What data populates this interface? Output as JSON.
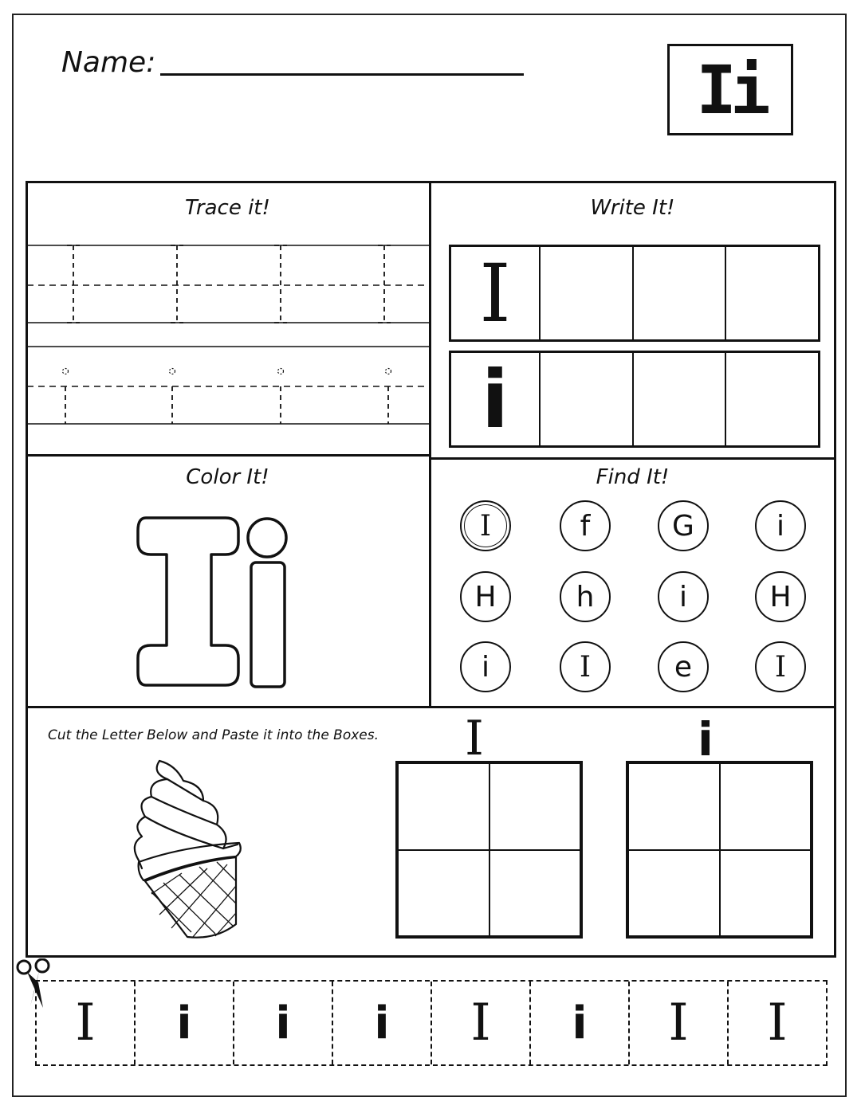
{
  "header": {
    "name_label": "Name:",
    "letter_pair": "Ii"
  },
  "sections": {
    "trace_title": "Trace it!",
    "write_title": "Write It!",
    "color_title": "Color It!",
    "find_title": "Find It!",
    "cut_instruction": "Cut the Letter Below and Paste it into the Boxes."
  },
  "write": {
    "upper": "I",
    "lower": "i"
  },
  "find": {
    "rows": [
      [
        "I",
        "f",
        "G",
        "i"
      ],
      [
        "H",
        "h",
        "i",
        "H"
      ],
      [
        "i",
        "I",
        "e",
        "I"
      ]
    ],
    "circled": [
      [
        true,
        false,
        false,
        false
      ],
      [
        false,
        false,
        false,
        false
      ],
      [
        false,
        false,
        false,
        false
      ]
    ]
  },
  "paste": {
    "upper_label": "I",
    "lower_label": "i"
  },
  "cut_strip": [
    "I",
    "i",
    "i",
    "i",
    "I",
    "i",
    "I",
    "I"
  ],
  "icons": {
    "ice_cream": "ice-cream-cone-icon",
    "scissors": "scissors-icon"
  }
}
